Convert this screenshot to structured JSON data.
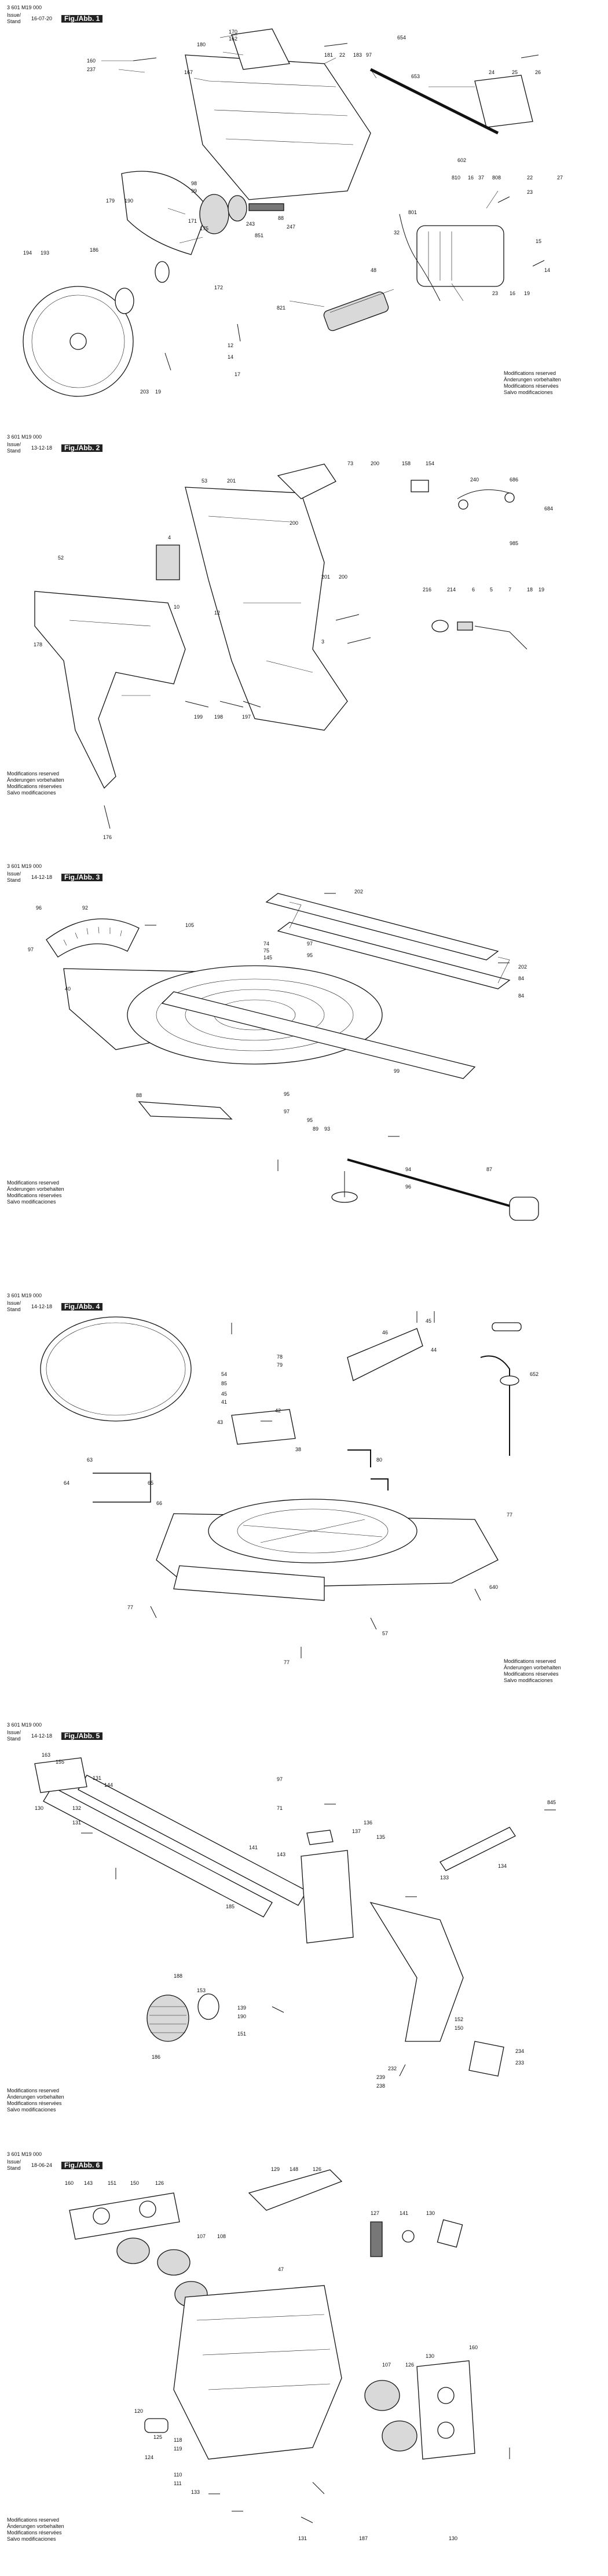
{
  "doc_number": "3 601 M19 000",
  "stand_label": "Issue/ Stand",
  "notes": [
    "Modifications reserved",
    "Änderungen vorbehalten",
    "Modifications réservées",
    "Salvo modificaciones"
  ],
  "sheets": [
    {
      "fig": "Fig./Abb. 1",
      "date": "16-07-20",
      "callouts": [
        "160",
        "237",
        "170",
        "162",
        "167",
        "180",
        "181",
        "22",
        "183",
        "97",
        "653",
        "654",
        "24",
        "25",
        "26",
        "602",
        "810",
        "16",
        "37",
        "808",
        "22",
        "23",
        "27",
        "171",
        "175",
        "243",
        "88",
        "247",
        "851",
        "98",
        "99",
        "172",
        "194",
        "193",
        "186",
        "179",
        "190",
        "32",
        "801",
        "48",
        "821",
        "203",
        "19",
        "12",
        "14",
        "17",
        "23",
        "16",
        "19",
        "15",
        "14"
      ]
    },
    {
      "fig": "Fig./Abb. 2",
      "date": "13-12-18",
      "callouts": [
        "53",
        "201",
        "73",
        "200",
        "158",
        "154",
        "240",
        "686",
        "684",
        "52",
        "178",
        "4",
        "200",
        "201",
        "200",
        "3",
        "10",
        "12",
        "216",
        "214",
        "6",
        "5",
        "7",
        "18",
        "19",
        "199",
        "198",
        "197",
        "176",
        "985"
      ]
    },
    {
      "fig": "Fig./Abb. 3",
      "date": "14-12-18",
      "callouts": [
        "202",
        "96",
        "92",
        "97",
        "105",
        "40",
        "74",
        "75",
        "145",
        "97",
        "95",
        "202",
        "84",
        "84",
        "99",
        "95",
        "97",
        "95",
        "88",
        "89",
        "93",
        "94",
        "96",
        "87"
      ]
    },
    {
      "fig": "Fig./Abb. 4",
      "date": "14-12-18",
      "callouts": [
        "63",
        "78",
        "79",
        "54",
        "85",
        "45",
        "42",
        "43",
        "41",
        "45",
        "46",
        "44",
        "652",
        "38",
        "80",
        "64",
        "65",
        "66",
        "77",
        "77",
        "640",
        "57",
        "77"
      ]
    },
    {
      "fig": "Fig./Abb. 5",
      "date": "14-12-18",
      "callouts": [
        "163",
        "155",
        "131",
        "144",
        "132",
        "130",
        "131",
        "97",
        "71",
        "137",
        "136",
        "135",
        "133",
        "134",
        "845",
        "141",
        "143",
        "185",
        "186",
        "188",
        "153",
        "139",
        "190",
        "151",
        "152",
        "150",
        "232",
        "239",
        "234",
        "238",
        "233"
      ]
    },
    {
      "fig": "Fig./Abb. 6",
      "date": "18-06-24",
      "callouts": [
        "160",
        "143",
        "151",
        "150",
        "126",
        "129",
        "148",
        "126",
        "127",
        "141",
        "130",
        "107",
        "108",
        "47",
        "124",
        "120",
        "125",
        "118",
        "119",
        "110",
        "111",
        "133",
        "131",
        "187",
        "107",
        "126",
        "130",
        "160",
        "130"
      ]
    }
  ]
}
